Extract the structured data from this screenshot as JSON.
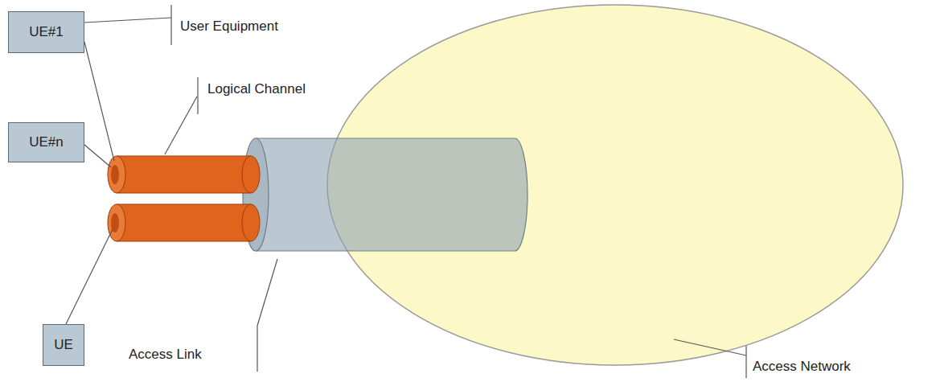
{
  "diagram": {
    "nodes": [
      {
        "text": [
          "UE#1"
        ]
      },
      {
        "text": [
          "UE#n"
        ]
      },
      {
        "text": [
          "UE"
        ]
      }
    ],
    "labels": [
      "User Equipment",
      "Logical Channel",
      "Access Link",
      "Access Network"
    ]
  }
}
